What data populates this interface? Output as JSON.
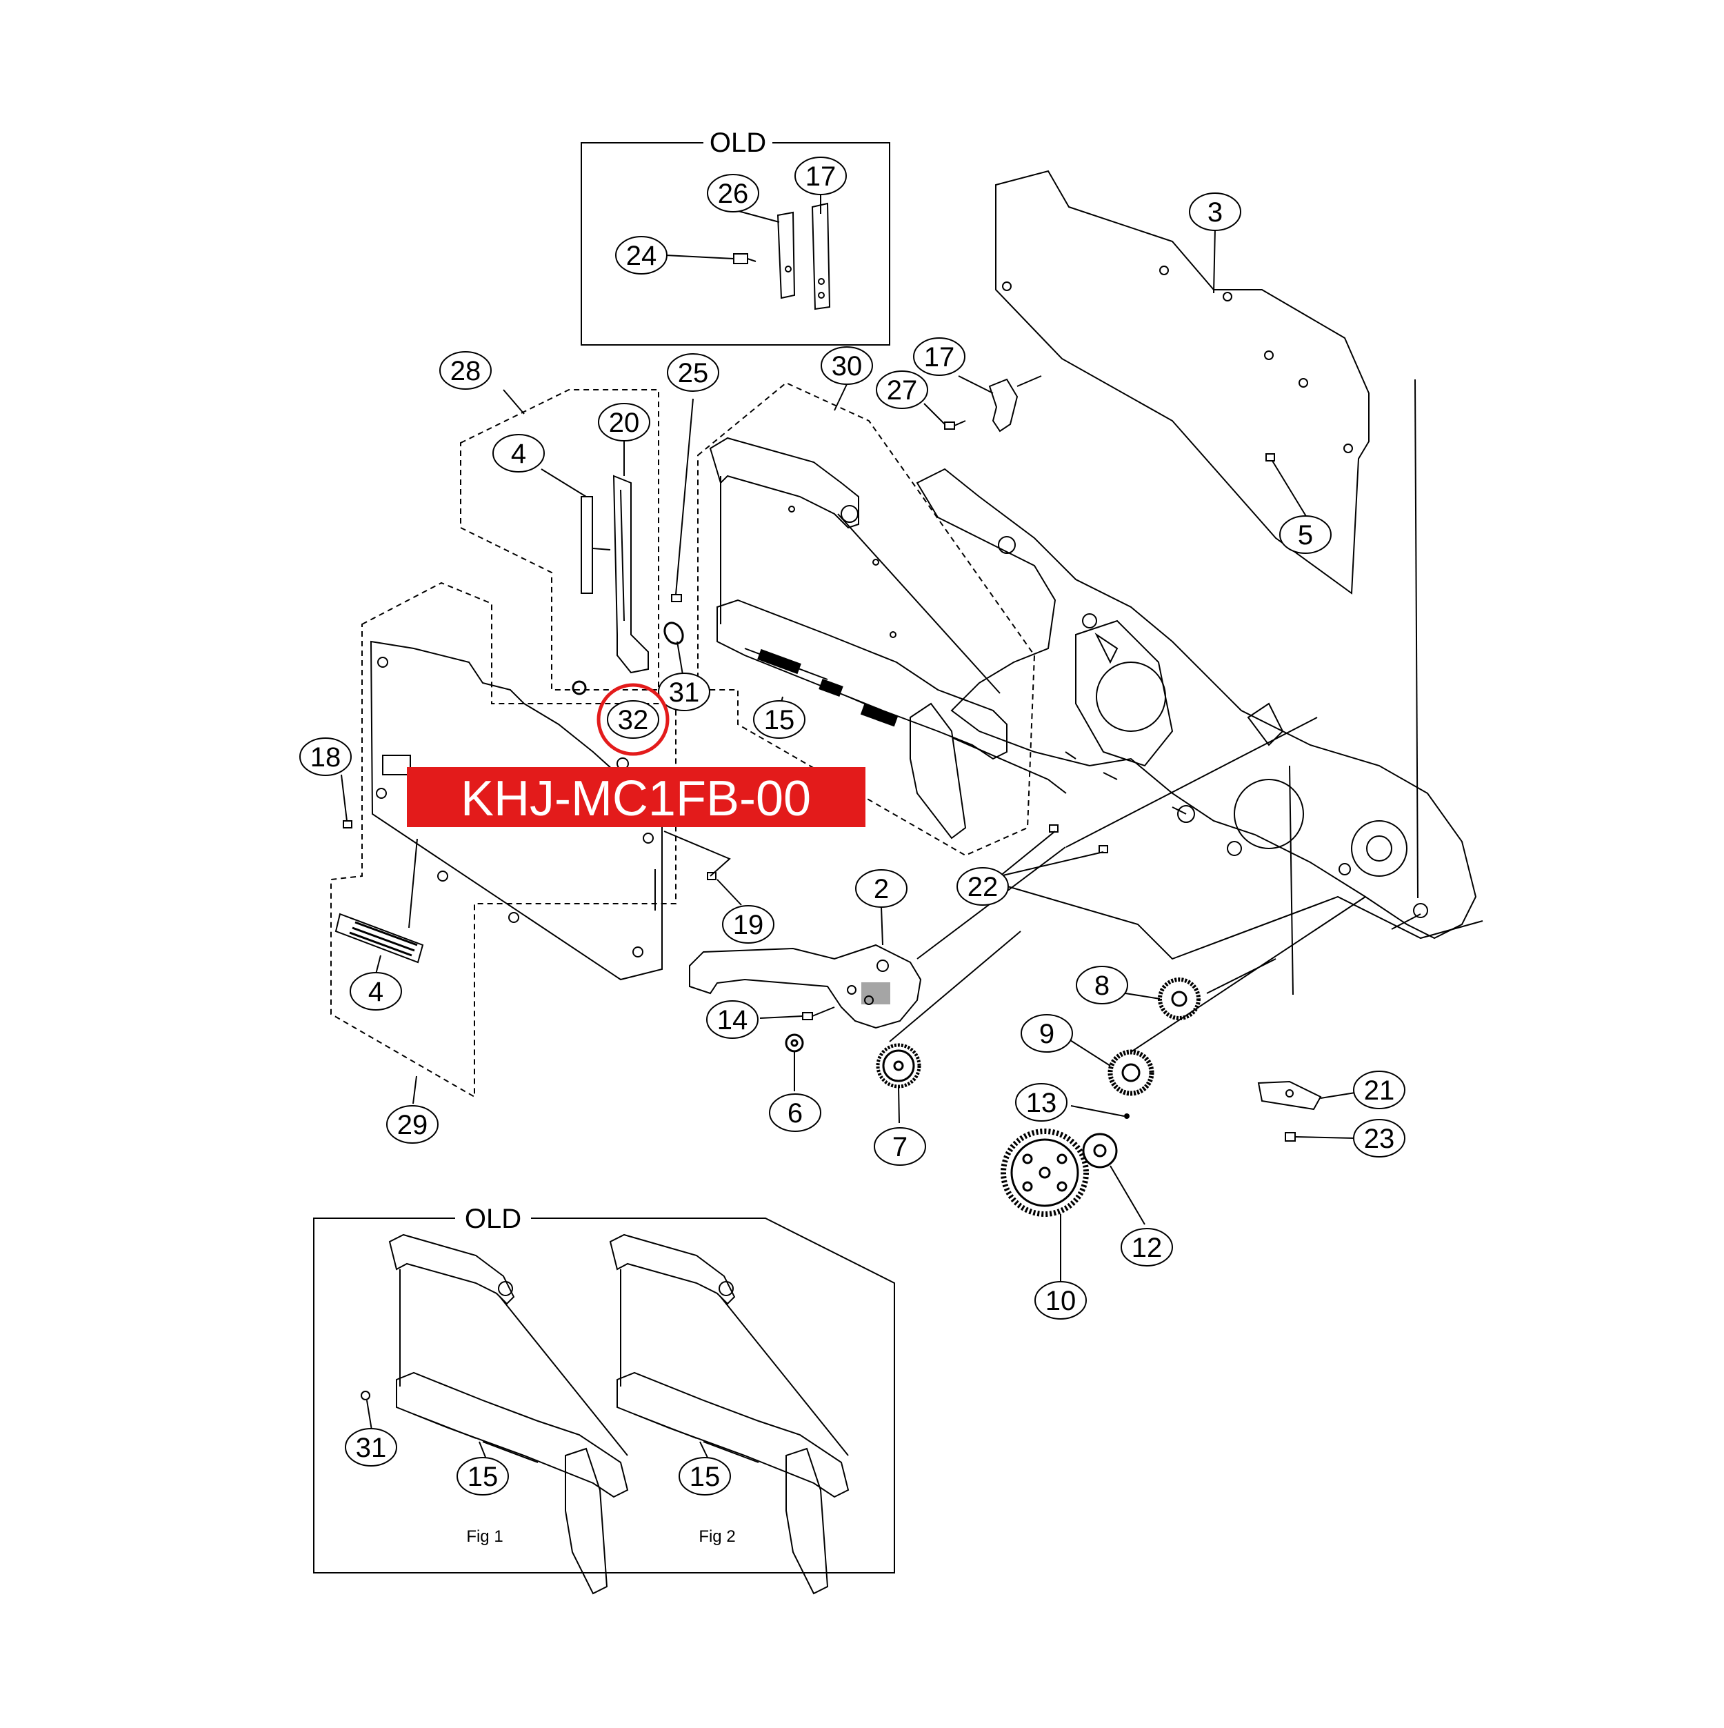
{
  "frames": {
    "old_top": {
      "title": "OLD"
    },
    "old_bottom": {
      "title": "OLD",
      "fig1_label": "Fig 1",
      "fig2_label": "Fig 2"
    }
  },
  "highlight": {
    "part_number": "KHJ-MC1FB-00",
    "circled_callout": "32",
    "banner_color": "#e31b1b",
    "circle_color": "#e31b1b"
  },
  "callouts": [
    {
      "id": "c17-old",
      "label": "17"
    },
    {
      "id": "c26",
      "label": "26"
    },
    {
      "id": "c24",
      "label": "24"
    },
    {
      "id": "c3",
      "label": "3"
    },
    {
      "id": "c28",
      "label": "28"
    },
    {
      "id": "c25",
      "label": "25"
    },
    {
      "id": "c30",
      "label": "30"
    },
    {
      "id": "c17",
      "label": "17"
    },
    {
      "id": "c27",
      "label": "27"
    },
    {
      "id": "c20",
      "label": "20"
    },
    {
      "id": "c4-top",
      "label": "4"
    },
    {
      "id": "c5",
      "label": "5"
    },
    {
      "id": "c31",
      "label": "31"
    },
    {
      "id": "c32",
      "label": "32"
    },
    {
      "id": "c15",
      "label": "15"
    },
    {
      "id": "c18",
      "label": "18"
    },
    {
      "id": "c19",
      "label": "19"
    },
    {
      "id": "c2",
      "label": "2"
    },
    {
      "id": "c22",
      "label": "22"
    },
    {
      "id": "c4-bottom",
      "label": "4"
    },
    {
      "id": "c14",
      "label": "14"
    },
    {
      "id": "c8",
      "label": "8"
    },
    {
      "id": "c9",
      "label": "9"
    },
    {
      "id": "c6",
      "label": "6"
    },
    {
      "id": "c7",
      "label": "7"
    },
    {
      "id": "c29",
      "label": "29"
    },
    {
      "id": "c13",
      "label": "13"
    },
    {
      "id": "c21",
      "label": "21"
    },
    {
      "id": "c23",
      "label": "23"
    },
    {
      "id": "c12",
      "label": "12"
    },
    {
      "id": "c10",
      "label": "10"
    },
    {
      "id": "c31-old",
      "label": "31"
    },
    {
      "id": "c15-fig1",
      "label": "15"
    },
    {
      "id": "c15-fig2",
      "label": "15"
    }
  ]
}
